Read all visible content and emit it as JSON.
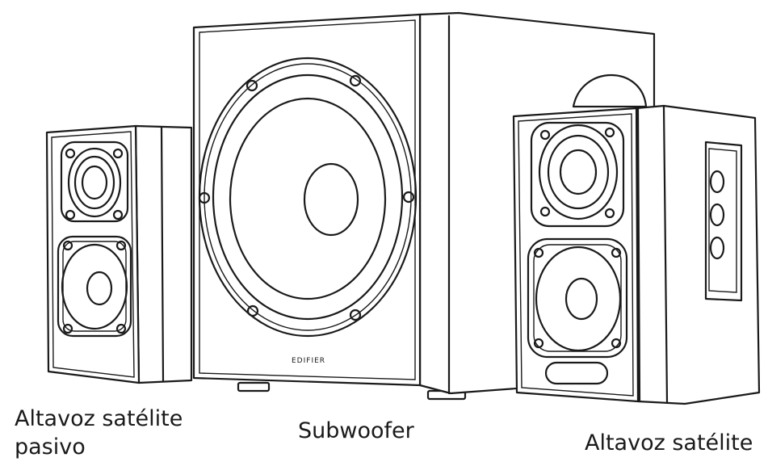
{
  "labels": {
    "passive_satellite": [
      "Altavoz satélite",
      "pasivo"
    ],
    "subwoofer": "Subwoofer",
    "active_satellite": "Altavoz satélite",
    "brand_logo": "EDIFIER"
  },
  "colors": {
    "line": "#1a1a1a",
    "background": "#ffffff"
  }
}
